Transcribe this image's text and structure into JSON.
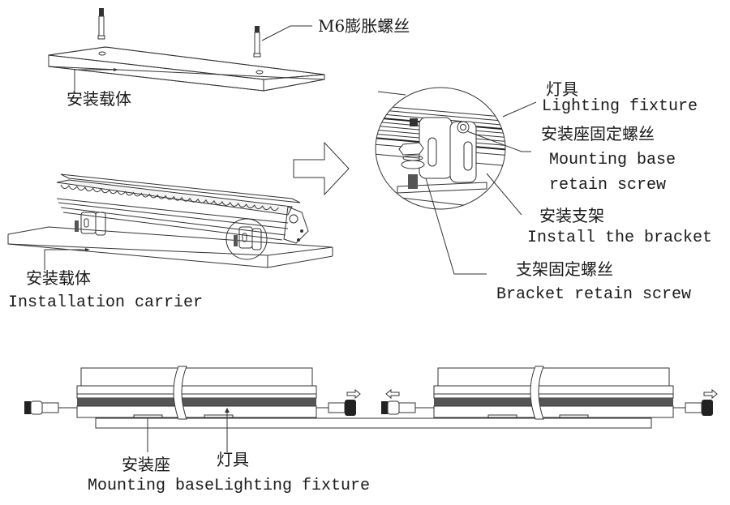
{
  "top_section": {
    "screw_label_cn": "M6膨胀螺丝",
    "carrier_label_cn": "安装载体"
  },
  "middle_left": {
    "carrier_label_cn": "安装载体",
    "carrier_label_en": "Installation carrier"
  },
  "detail_callouts": {
    "fixture_cn": "灯具",
    "fixture_en": "Lighting fixture",
    "base_screw_cn": "安装座固定螺丝",
    "base_screw_en_line1": "Mounting base",
    "base_screw_en_line2": "retain screw",
    "bracket_cn": "安装支架",
    "bracket_en": "Install the bracket",
    "bracket_screw_cn": "支架固定螺丝",
    "bracket_screw_en": "Bracket retain screw"
  },
  "bottom_section": {
    "base_cn": "安装座",
    "base_en": "Mounting base",
    "fixture_cn": "灯具",
    "fixture_en": "Lighting fixture"
  }
}
